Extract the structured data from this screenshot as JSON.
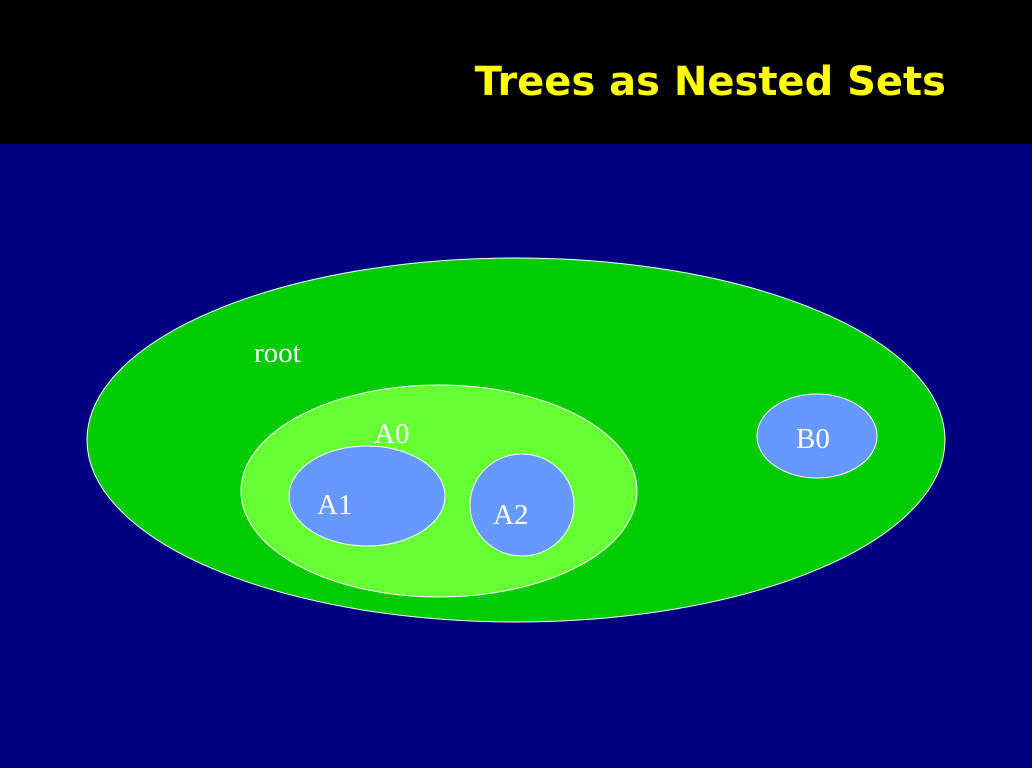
{
  "title": "Trees as Nested Sets",
  "colors": {
    "background": "#000080",
    "title_bar": "#000000",
    "title_text": "#FFFF00",
    "root_fill": "#00CC00",
    "child_fill": "#66FF33",
    "leaf_fill": "#6699FF",
    "outline": "#FFFFFF",
    "label_text": "#FFFFFF"
  },
  "sets": {
    "root": "root",
    "a0": "A0",
    "a1": "A1",
    "a2": "A2",
    "b0": "B0"
  }
}
